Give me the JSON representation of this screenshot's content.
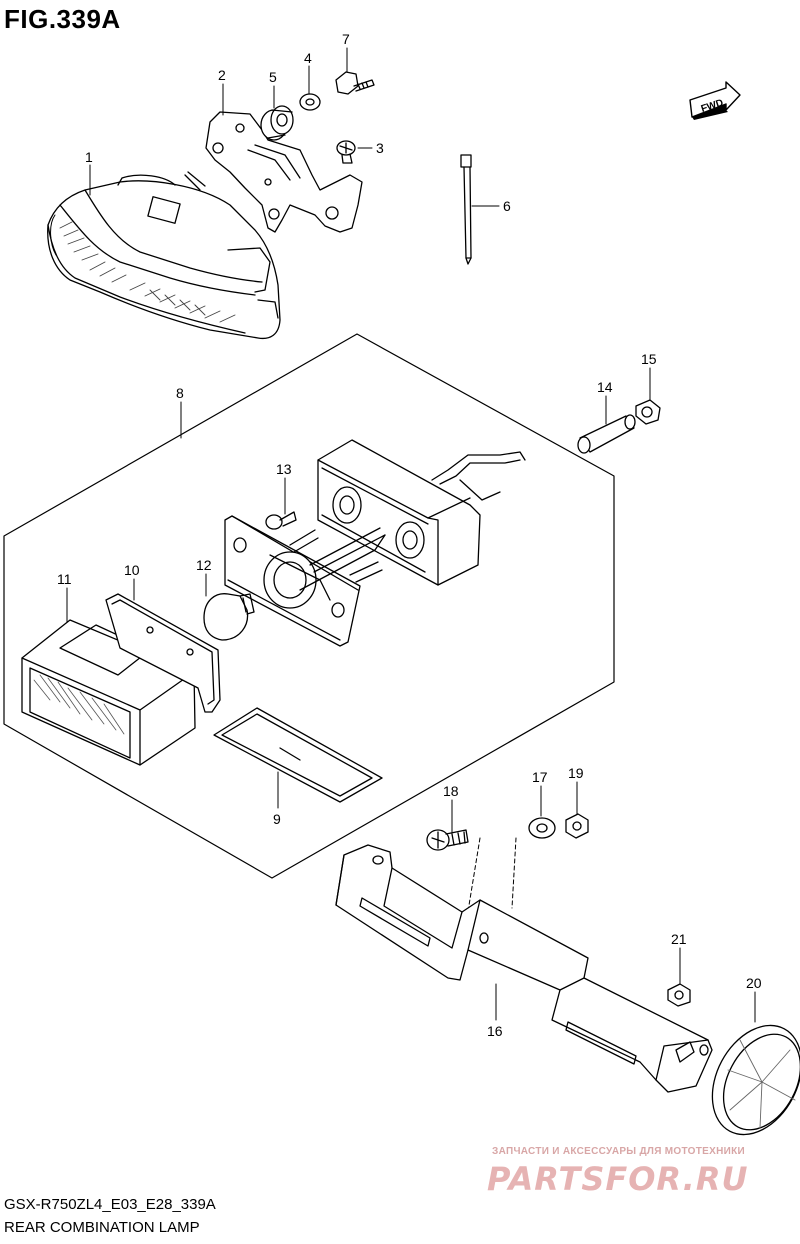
{
  "figure": {
    "title": "FIG.339A",
    "model_code": "GSX-R750ZL4_E03_E28_339A",
    "assembly_name": "REAR COMBINATION LAMP",
    "direction_badge": "FWD"
  },
  "watermark": {
    "caption": "ЗАПЧАСТИ И АКСЕССУАРЫ ДЛЯ МОТОТЕХНИКИ",
    "logo": "PARTSFOR.RU"
  },
  "callouts": [
    {
      "num": "1"
    },
    {
      "num": "2"
    },
    {
      "num": "3"
    },
    {
      "num": "4"
    },
    {
      "num": "5"
    },
    {
      "num": "6"
    },
    {
      "num": "7"
    },
    {
      "num": "8"
    },
    {
      "num": "9"
    },
    {
      "num": "10"
    },
    {
      "num": "11"
    },
    {
      "num": "12"
    },
    {
      "num": "13"
    },
    {
      "num": "14"
    },
    {
      "num": "15"
    },
    {
      "num": "16"
    },
    {
      "num": "17"
    },
    {
      "num": "18"
    },
    {
      "num": "19"
    },
    {
      "num": "20"
    },
    {
      "num": "21"
    }
  ],
  "icons": {
    "direction": "forward-arrow-icon"
  }
}
